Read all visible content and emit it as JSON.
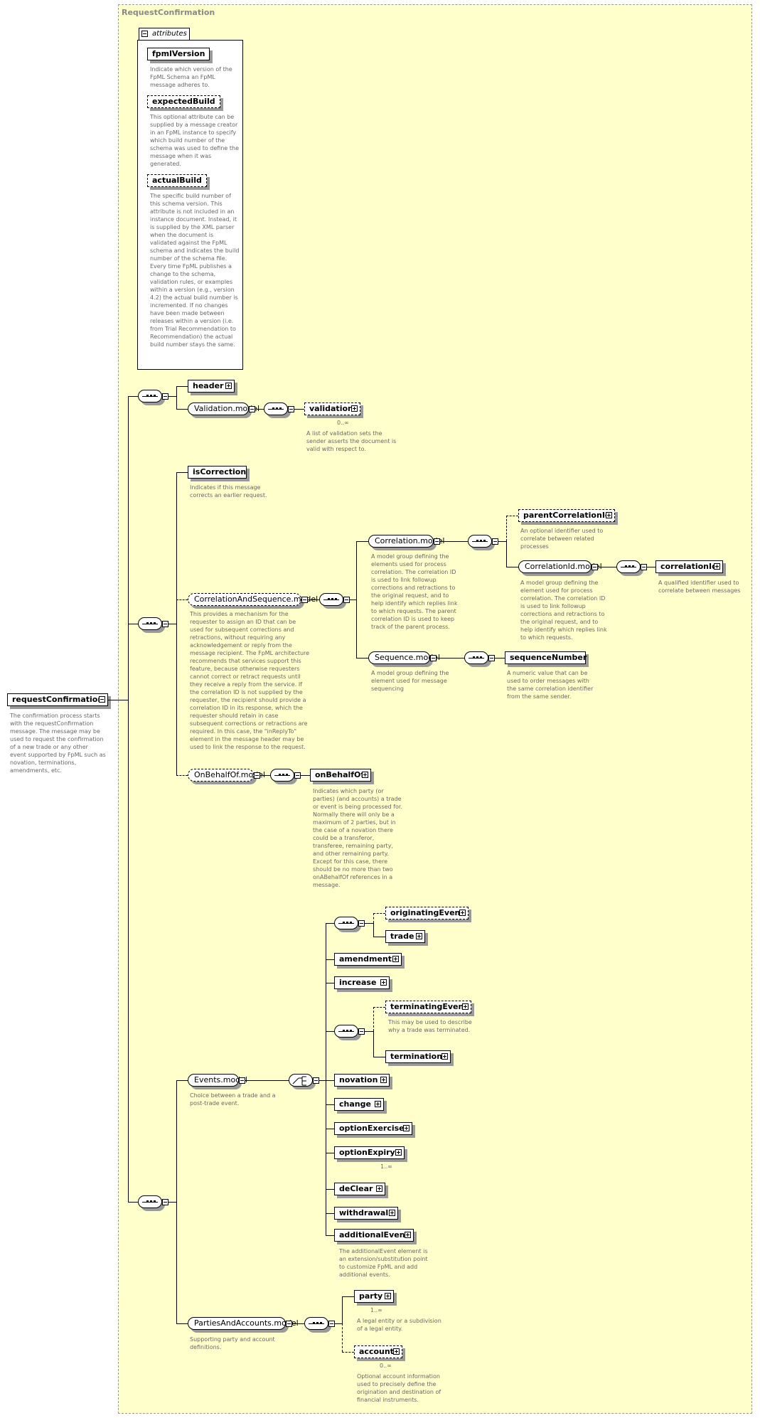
{
  "diagram": {
    "frame_title": "RequestConfirmation",
    "attributes_tab": "attributes",
    "root": {
      "name": "requestConfirmation",
      "desc": "The confirmation process starts with the requestConfirmation message. The message may be used to request the confirmation of a new trade or any other event supported by FpML such as novation, terminations, amendments, etc."
    },
    "attributes": [
      {
        "name": "fpmlVersion",
        "desc": "Indicate which version of the FpML Schema an FpML message adheres to."
      },
      {
        "name": "expectedBuild",
        "desc": "This optional attribute can be supplied by a message creator in an FpML instance to specify which build number of the schema was used to define the message when it was generated."
      },
      {
        "name": "actualBuild",
        "desc": "The specific build number of this schema version. This attribute is not included in an instance document. Instead, it is supplied by the XML parser when the document is validated against the FpML schema and indicates the build number of the schema file. Every time FpML publishes a change to the schema, validation rules, or examples within a version (e.g., version 4.2) the actual build number is incremented. If no changes have been made between releases within a version (i.e. from Trial Recommendation to Recommendation) the actual build number stays the same."
      }
    ],
    "header": {
      "name": "header"
    },
    "validation_model": {
      "name": "Validation.model"
    },
    "validation": {
      "name": "validation",
      "cardinality": "0..∞",
      "desc": "A list of validation sets the sender asserts the document is valid with respect to."
    },
    "is_correction": {
      "name": "isCorrection",
      "desc": "Indicates if this message corrects an earlier request."
    },
    "correlation_and_sequence": {
      "name": "CorrelationAndSequence.model",
      "desc": "This provides a mechanism for the requester to assign an ID that can be used for subsequent corrections and retractions, without requiring any acknowledgement or reply from the message recipient. The FpML architecture recommends that services support this feature, because otherwise requesters cannot correct or retract requests until they receive a reply from the service. If the correlation ID is not supplied by the requester, the recipient should provide a correlation ID in its response, which the requester should retain in case subsequent corrections or retractions are required. In this case, the \"inReplyTo\" element in the message header may be used to link the response to the request."
    },
    "correlation_model": {
      "name": "Correlation.model",
      "desc": "A model group defining the elements used for process correlation. The correlation ID is used to link followup corrections and retractions to the original request, and to help identify which replies link to which requests. The parent correlation ID is used to keep track of the parent process."
    },
    "parent_correlation_id": {
      "name": "parentCorrelationId",
      "desc": "An optional identifier used to correlate between related processes"
    },
    "correlation_id_model": {
      "name": "CorrelationId.model",
      "desc": "A model group defining the element used for process correlation. The correlation ID is used to link followup corrections and retractions to the original request, and to help identify which replies link to which requests."
    },
    "correlation_id": {
      "name": "correlationId",
      "desc": "A qualified identifier used to correlate between messages"
    },
    "sequence_model": {
      "name": "Sequence.model",
      "desc": "A model group defining the element used for message sequencing"
    },
    "sequence_number": {
      "name": "sequenceNumber",
      "desc": "A numeric value that can be used to order messages with the same correlation identifier from the same sender."
    },
    "on_behalf_of_model": {
      "name": "OnBehalfOf.model"
    },
    "on_behalf_of": {
      "name": "onBehalfOf",
      "desc": "Indicates which party (or parties) (and accounts) a trade or event is being processed for. Normally there will only be a maximum of 2 parties, but in the case of a novation there could be a transferor, transferee, remaining party, and other remaining party. Except for this case, there should be no more than two onABehalfOf references in a message."
    },
    "events_model": {
      "name": "Events.model",
      "desc": "Choice between a trade and a post-trade event."
    },
    "originating_event": {
      "name": "originatingEvent"
    },
    "trade": {
      "name": "trade"
    },
    "amendment": {
      "name": "amendment"
    },
    "increase": {
      "name": "increase"
    },
    "terminating_event": {
      "name": "terminatingEvent",
      "desc": "This may be used to describe why a trade was terminated."
    },
    "termination": {
      "name": "termination"
    },
    "novation": {
      "name": "novation"
    },
    "change": {
      "name": "change"
    },
    "option_exercise": {
      "name": "optionExercise"
    },
    "option_expiry": {
      "name": "optionExpiry",
      "cardinality": "1..∞"
    },
    "de_clear": {
      "name": "deClear"
    },
    "withdrawal": {
      "name": "withdrawal"
    },
    "additional_event": {
      "name": "additionalEvent",
      "desc": "The additionalEvent element is an extension/substitution point to customize FpML and add additional events."
    },
    "parties_and_accounts": {
      "name": "PartiesAndAccounts.model",
      "desc": "Supporting party and account definitions."
    },
    "party": {
      "name": "party",
      "cardinality": "1..∞",
      "desc": "A legal entity or a subdivision of a legal entity."
    },
    "account": {
      "name": "account",
      "cardinality": "0..∞",
      "desc": "Optional account information used to precisely define the origination and destination of financial instruments."
    }
  }
}
